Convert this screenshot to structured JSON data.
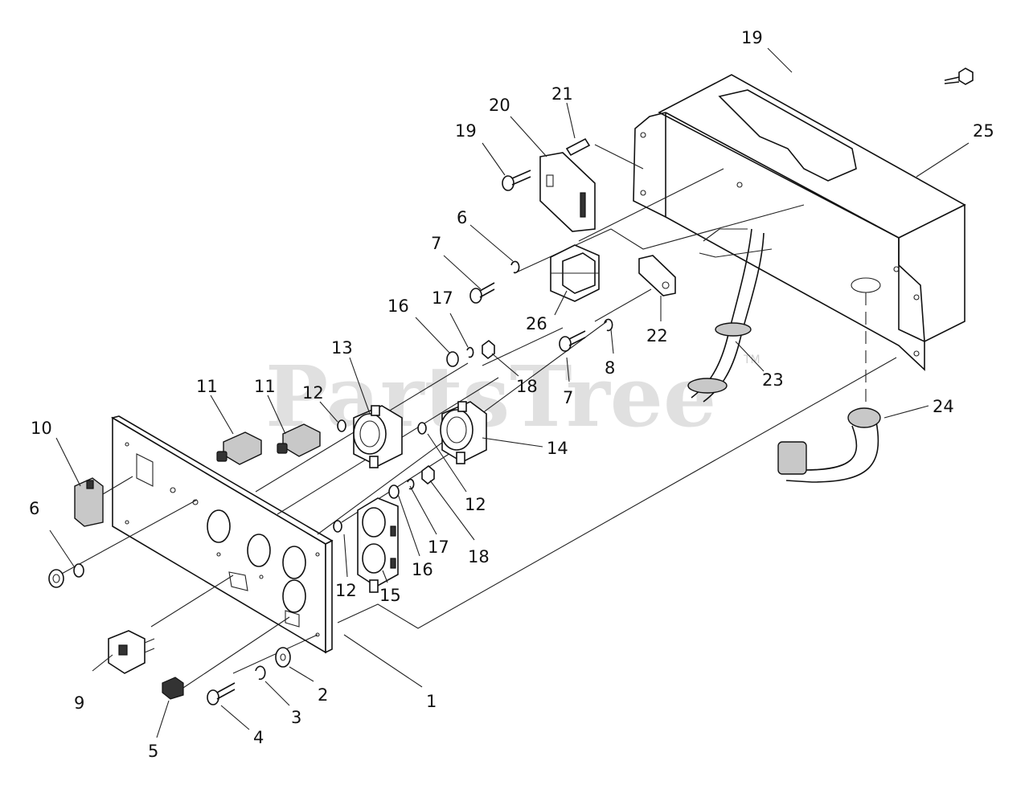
{
  "watermark": {
    "text": "PartsTree",
    "trademark": "TM"
  },
  "callouts": {
    "c1": "1",
    "c2": "2",
    "c3": "3",
    "c4": "4",
    "c5": "5",
    "c6a": "6",
    "c6b": "6",
    "c7a": "7",
    "c7b": "7",
    "c8": "8",
    "c9": "9",
    "c10": "10",
    "c11a": "11",
    "c11b": "11",
    "c12a": "12",
    "c12b": "12",
    "c12c": "12",
    "c13": "13",
    "c14": "14",
    "c15": "15",
    "c16a": "16",
    "c16b": "16",
    "c17a": "17",
    "c17b": "17",
    "c18a": "18",
    "c18b": "18",
    "c19a": "19",
    "c19b": "19",
    "c20": "20",
    "c21": "21",
    "c22": "22",
    "c23": "23",
    "c24": "24",
    "c25": "25",
    "c26": "26"
  }
}
